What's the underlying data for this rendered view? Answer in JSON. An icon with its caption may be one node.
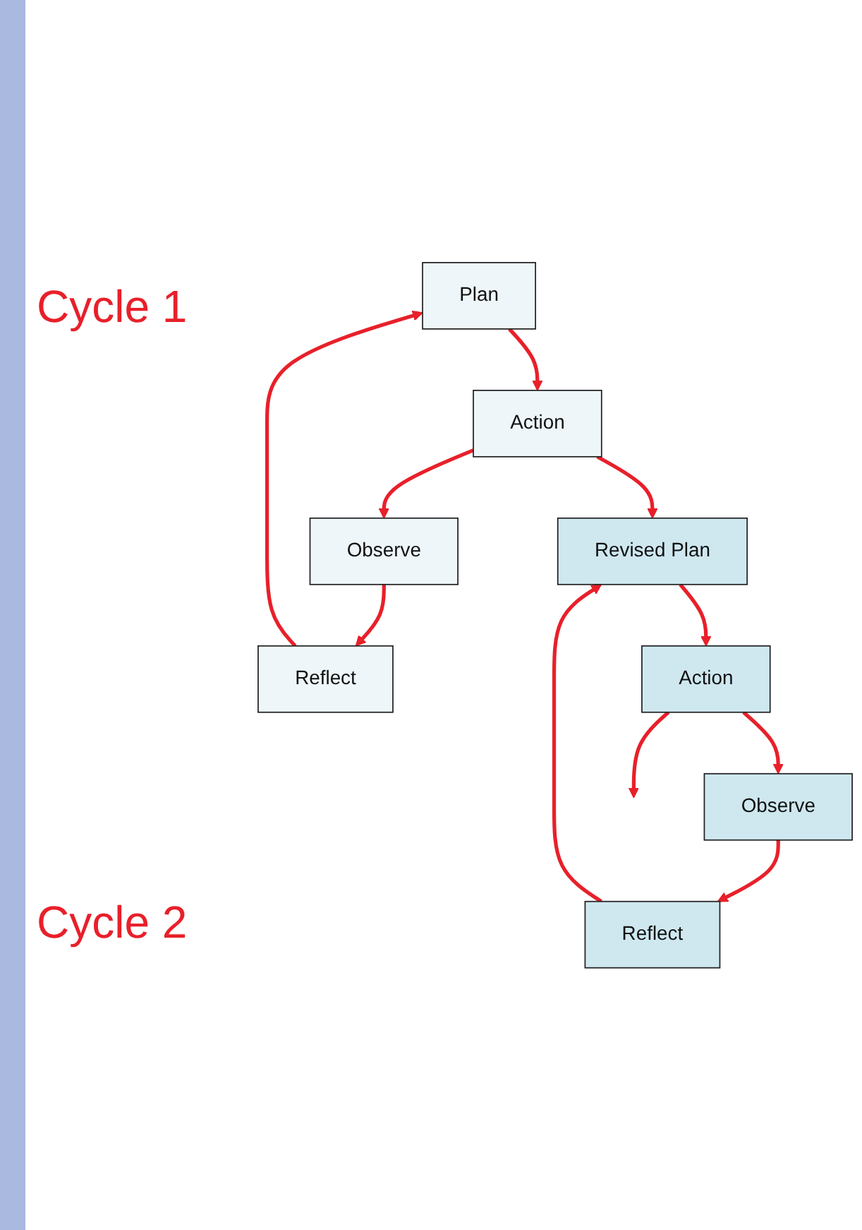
{
  "diagram": {
    "nodes": [
      {
        "text": [
          "Plan"
        ]
      },
      {
        "text": [
          "Action"
        ]
      },
      {
        "text": [
          "Observe"
        ]
      },
      {
        "text": [
          "Reflect"
        ]
      },
      {
        "text": [
          "Revised Plan"
        ]
      },
      {
        "text": [
          "Action"
        ]
      },
      {
        "text": [
          "Observe"
        ]
      },
      {
        "text": [
          "Reflect"
        ]
      }
    ],
    "edges": [
      {
        "from": 0,
        "to": 1,
        "arrow": "to"
      },
      {
        "from": 1,
        "to": 2,
        "arrow": "to"
      },
      {
        "from": 2,
        "to": 3,
        "arrow": "to"
      },
      {
        "from": 3,
        "to": 0,
        "arrow": "to"
      },
      {
        "from": 1,
        "to": 4,
        "arrow": "to"
      },
      {
        "from": 4,
        "to": 5,
        "arrow": "to"
      },
      {
        "from": 5,
        "to": 6,
        "arrow": "to"
      },
      {
        "from": 6,
        "to": 7,
        "arrow": "to"
      },
      {
        "from": 7,
        "to": 4,
        "arrow": "to"
      },
      {
        "from": 5,
        "to": null,
        "arrow": "to"
      }
    ],
    "labels": [
      "Cycle 1",
      "Cycle 2"
    ]
  }
}
